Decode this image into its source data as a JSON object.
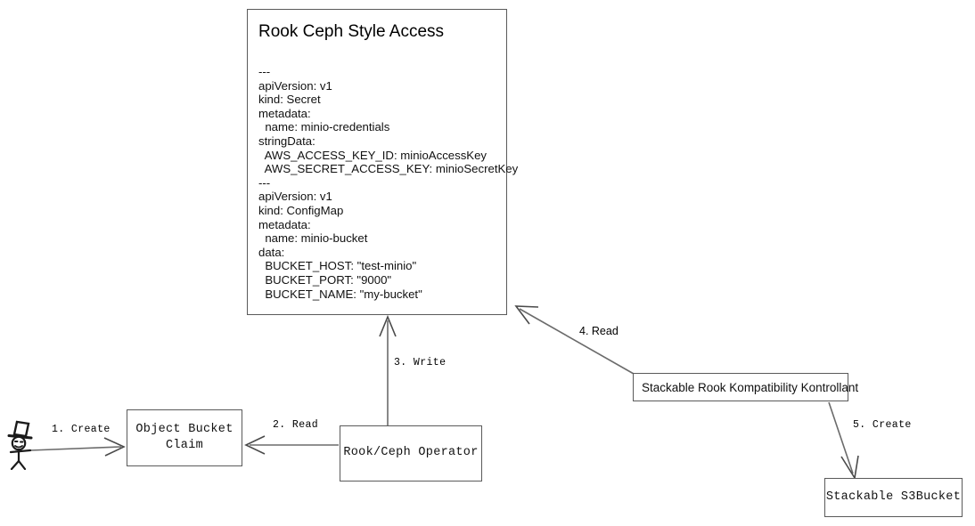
{
  "diagram": {
    "title_node": {
      "name": "rook-ceph-style-access",
      "title": "Rook Ceph Style Access",
      "yaml": "---\napiVersion: v1\nkind: Secret\nmetadata:\n  name: minio-credentials\nstringData:\n  AWS_ACCESS_KEY_ID: minioAccessKey\n  AWS_SECRET_ACCESS_KEY: minioSecretKey\n---\napiVersion: v1\nkind: ConfigMap\nmetadata:\n  name: minio-bucket\ndata:\n  BUCKET_HOST: \"test-minio\"\n  BUCKET_PORT: \"9000\"\n  BUCKET_NAME: \"my-bucket\""
    },
    "nodes": [
      {
        "id": "object-bucket-claim",
        "label": "Object Bucket\nClaim"
      },
      {
        "id": "rook-ceph-operator",
        "label": "Rook/Ceph Operator"
      },
      {
        "id": "stackable-rook-kompatibility-kontrollant",
        "label": "Stackable Rook Kompatibility Kontrollant"
      },
      {
        "id": "stackable-s3bucket",
        "label": "Stackable S3Bucket"
      }
    ],
    "edges": [
      {
        "id": "edge-1-create",
        "label": "1. Create",
        "from": "actor",
        "to": "object-bucket-claim"
      },
      {
        "id": "edge-2-read",
        "label": "2. Read",
        "from": "rook-ceph-operator",
        "to": "object-bucket-claim"
      },
      {
        "id": "edge-3-write",
        "label": "3. Write",
        "from": "rook-ceph-operator",
        "to": "rook-ceph-style-access"
      },
      {
        "id": "edge-4-read",
        "label": "4. Read",
        "from": "stackable-rook-kompatibility-kontrollant",
        "to": "rook-ceph-style-access"
      },
      {
        "id": "edge-5-create",
        "label": "5. Create",
        "from": "stackable-rook-kompatibility-kontrollant",
        "to": "stackable-s3bucket"
      }
    ],
    "actor": {
      "id": "user-actor",
      "icon": "stick-figure-with-top-hat-icon"
    },
    "colors": {
      "background": "#ffffff",
      "box_border": "#5a5a5a",
      "line": "#6b6b6b",
      "text": "#111111"
    }
  }
}
